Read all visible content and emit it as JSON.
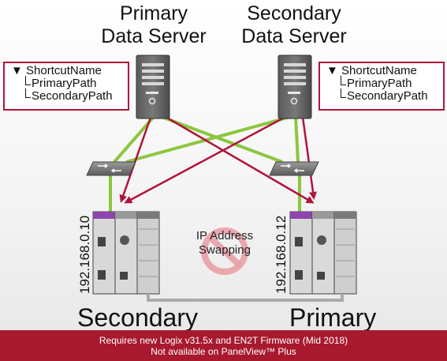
{
  "titles": {
    "primary_server": [
      "Primary",
      "Data Server"
    ],
    "secondary_server": [
      "Secondary",
      "Data Server"
    ]
  },
  "shortcut_left": {
    "name": "ShortcutName",
    "primary_path": "PrimaryPath",
    "secondary_path": "SecondaryPath"
  },
  "shortcut_right": {
    "name": "ShortcutName",
    "primary_path": "PrimaryPath",
    "secondary_path": "SecondaryPath"
  },
  "controllers": {
    "left_ip": "192.168.0.10",
    "right_ip": "192.168.0.12",
    "left_role": "Secondary",
    "right_role": "Primary"
  },
  "ip_swap": [
    "IP Address",
    "Swapping"
  ],
  "footer": {
    "line1": "Requires new Logix v31.5x and EN2T Firmware (Mid 2018)",
    "line2": "Not available on PanelView™ Plus"
  },
  "colors": {
    "green_link": "#8cc63f",
    "red_arrow": "#b0143a",
    "footer_bg": "#a8192e",
    "purple_module": "#8e44ad"
  }
}
